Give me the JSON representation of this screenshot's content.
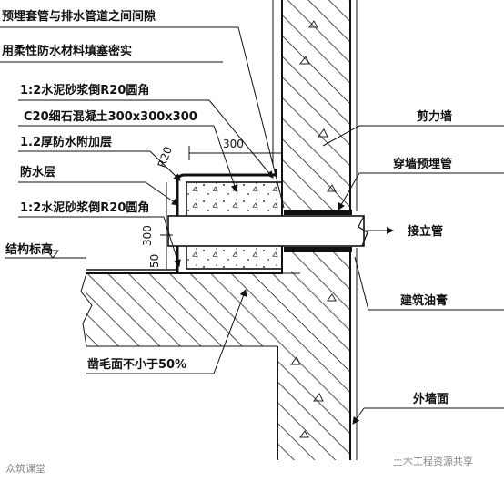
{
  "labels": {
    "gap_seal_line1": "预埋套管与排水管道之间间隙",
    "gap_seal_line2": "用柔性防水材料填塞密实",
    "mortar_fillet_top": "1:2水泥砂浆倒R20圆角",
    "concrete_block": "C20细石混凝土300x300x300",
    "waterproof_additional": "1.2厚防水附加层",
    "waterproof_layer": "防水层",
    "mortar_fillet_bottom": "1:2水泥砂浆倒R20圆角",
    "structure_elevation": "结构标高",
    "shear_wall": "剪力墙",
    "wall_sleeve": "穿墙预埋管",
    "riser_connection": "接立管",
    "building_sealant": "建筑油膏",
    "roughened_surface": "凿毛面不小于50%",
    "exterior_wall_face": "外墙面"
  },
  "dimensions": {
    "top_width": "300",
    "radius": "R20",
    "height": "300",
    "offset": "50"
  },
  "watermarks": {
    "bottom_left": "众筑课堂",
    "bottom_right": "土木工程资源共享"
  },
  "colors": {
    "ink": "#111111",
    "hatch": "#222222",
    "paper": "#ffffff"
  }
}
